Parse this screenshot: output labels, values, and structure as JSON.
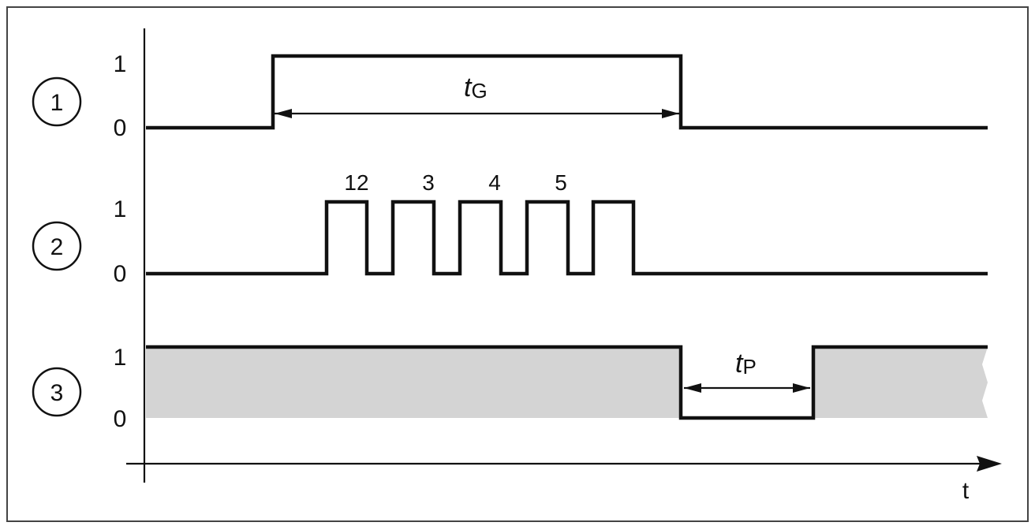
{
  "diagram": {
    "colors": {
      "line": "#111111",
      "shade": "#d4d4d4",
      "frame": "#444444",
      "background": "#ffffff"
    },
    "rows": [
      {
        "marker": "1",
        "high_label": "1",
        "low_label": "0"
      },
      {
        "marker": "2",
        "high_label": "1",
        "low_label": "0"
      },
      {
        "marker": "3",
        "high_label": "1",
        "low_label": "0"
      }
    ],
    "pulse_labels": [
      "12",
      "3",
      "4",
      "5"
    ],
    "durations": {
      "gate": {
        "symbol": "t",
        "subscript": "G"
      },
      "pause": {
        "symbol": "t",
        "subscript": "P"
      }
    },
    "time_axis_label": "t"
  }
}
